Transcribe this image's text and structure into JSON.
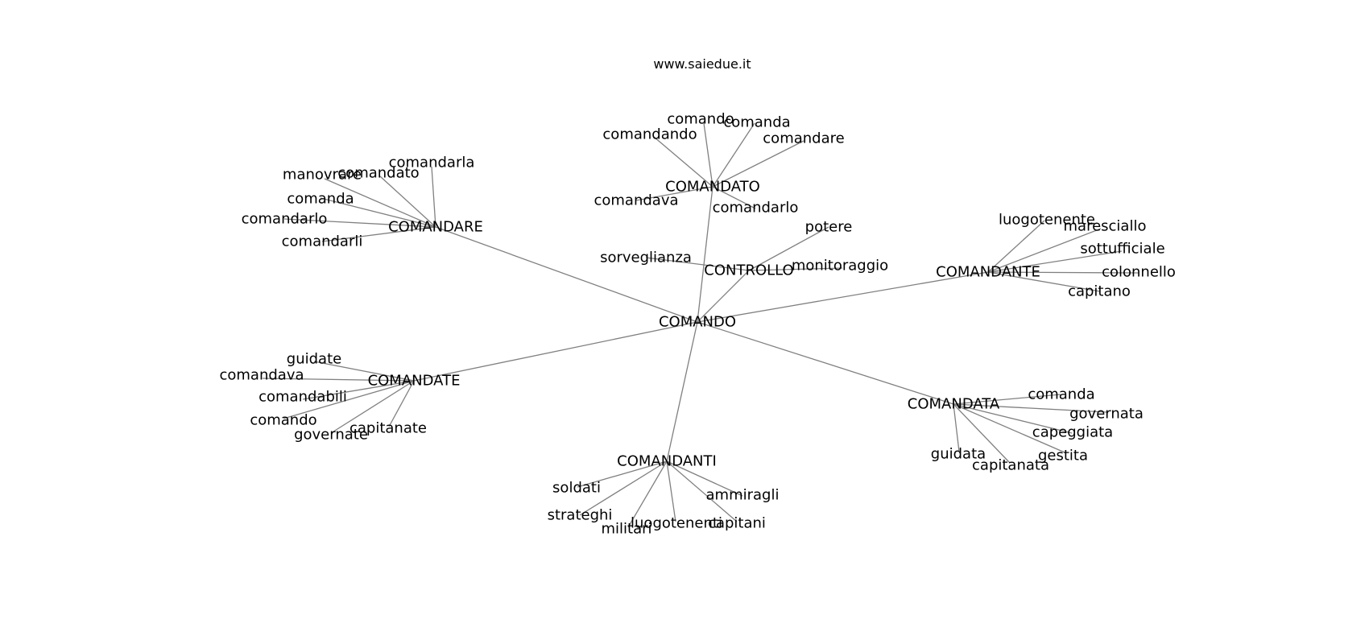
{
  "site_label": "www.saiedue.it",
  "graph": {
    "center": {
      "id": "COMANDO",
      "label": "COMANDO"
    },
    "clusters": [
      {
        "hub": "CONTROLLO",
        "leaves": [
          "potere",
          "sorveglianza",
          "monitoraggio"
        ]
      },
      {
        "hub": "COMANDATO",
        "leaves": [
          "comando",
          "comanda",
          "comandando",
          "comandare",
          "comandava",
          "comandarlo"
        ]
      },
      {
        "hub": "COMANDARE",
        "leaves": [
          "comandarla",
          "comandato",
          "manovrare",
          "comanda",
          "comandarlo",
          "comandarli"
        ]
      },
      {
        "hub": "COMANDANTE",
        "leaves": [
          "luogotenente",
          "maresciallo",
          "sottufficiale",
          "colonnello",
          "capitano"
        ]
      },
      {
        "hub": "COMANDATE",
        "leaves": [
          "guidate",
          "comandava",
          "comandabili",
          "comando",
          "governate",
          "capitanate"
        ]
      },
      {
        "hub": "COMANDATA",
        "leaves": [
          "comanda",
          "governata",
          "capeggiata",
          "gestita",
          "guidata",
          "capitanata"
        ]
      },
      {
        "hub": "COMANDANTI",
        "leaves": [
          "soldati",
          "strateghi",
          "militari",
          "luogotenenti",
          "capitani",
          "ammiragli"
        ]
      }
    ]
  }
}
